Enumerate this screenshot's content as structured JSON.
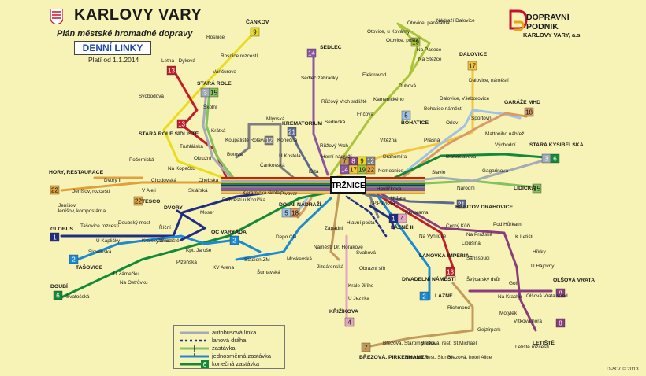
{
  "header": {
    "title": "KARLOVY VARY",
    "subtitle": "Plán městské hromadné dopravy",
    "day_lines": "DENNÍ LINKY",
    "valid_from": "Platí od 1.1.2014"
  },
  "operator": {
    "name_line1": "DOPRAVNÍ",
    "name_line2": "PODNIK",
    "city": "KARLOVY VARY, a.s."
  },
  "copyright": "DPKV © 2013",
  "legend": {
    "bus_line": "autobusová linka",
    "cable_car": "lanová dráha",
    "stop": "zastávka",
    "one_way_stop": "jednosměrná zastávka",
    "terminus": "konečná zastávka",
    "terminus_sample_number": "6"
  },
  "hub": {
    "name": "TRŽNICE"
  },
  "colors": {
    "background": "#f7f3b6",
    "line1": "#1f2d82",
    "line2": "#1a8ad4",
    "line3": "#a3aab8",
    "line4": "#e5a6c4",
    "line5": "#9fc3e6",
    "line6": "#138a3a",
    "line7": "#c49a5a",
    "line8": "#8a3d7c",
    "line9": "#e9dc1c",
    "line12": "#7f7f7f",
    "line13": "#c01f2a",
    "line14": "#8d54a5",
    "line15": "#84c25e",
    "line17": "#f2c63d",
    "line18": "#d99a66",
    "line19": "#a8c53c",
    "line21": "#5b6a8f",
    "line22": "#e0a03b",
    "brand_red": "#c8102e"
  },
  "line_badges": [
    {
      "n": "9",
      "color": "#e9dc1c",
      "fg": "#111"
    },
    {
      "n": "13",
      "color": "#c01f2a",
      "fg": "#fff"
    },
    {
      "n": "3",
      "color": "#a3aab8",
      "fg": "#fff"
    },
    {
      "n": "15",
      "color": "#84c25e",
      "fg": "#111"
    },
    {
      "n": "13",
      "color": "#c01f2a",
      "fg": "#fff"
    },
    {
      "n": "12",
      "color": "#7f7f7f",
      "fg": "#fff"
    },
    {
      "n": "21",
      "color": "#5b6a8f",
      "fg": "#fff"
    },
    {
      "n": "14",
      "color": "#8d54a5",
      "fg": "#fff"
    },
    {
      "n": "7",
      "color": "#c49a5a",
      "fg": "#111"
    },
    {
      "n": "8",
      "color": "#8a3d7c",
      "fg": "#fff"
    },
    {
      "n": "9",
      "color": "#e9dc1c",
      "fg": "#111"
    },
    {
      "n": "12",
      "color": "#7f7f7f",
      "fg": "#fff"
    },
    {
      "n": "14",
      "color": "#8d54a5",
      "fg": "#fff"
    },
    {
      "n": "17",
      "color": "#f2c63d",
      "fg": "#111"
    },
    {
      "n": "19",
      "color": "#a8c53c",
      "fg": "#111"
    },
    {
      "n": "22",
      "color": "#e0a03b",
      "fg": "#111"
    },
    {
      "n": "19",
      "color": "#a8c53c",
      "fg": "#111"
    },
    {
      "n": "17",
      "color": "#f2c63d",
      "fg": "#111"
    },
    {
      "n": "5",
      "color": "#9fc3e6",
      "fg": "#111"
    },
    {
      "n": "18",
      "color": "#d99a66",
      "fg": "#111"
    },
    {
      "n": "3",
      "color": "#a3aab8",
      "fg": "#fff"
    },
    {
      "n": "6",
      "color": "#138a3a",
      "fg": "#fff"
    },
    {
      "n": "15",
      "color": "#84c25e",
      "fg": "#111"
    },
    {
      "n": "22",
      "color": "#e0a03b",
      "fg": "#111"
    },
    {
      "n": "22",
      "color": "#e0a03b",
      "fg": "#111"
    },
    {
      "n": "1",
      "color": "#1f2d82",
      "fg": "#fff"
    },
    {
      "n": "2",
      "color": "#1a8ad4",
      "fg": "#fff"
    },
    {
      "n": "2",
      "color": "#1a8ad4",
      "fg": "#fff"
    },
    {
      "n": "5",
      "color": "#9fc3e6",
      "fg": "#111"
    },
    {
      "n": "18",
      "color": "#d99a66",
      "fg": "#111"
    },
    {
      "n": "1",
      "color": "#1f2d82",
      "fg": "#fff"
    },
    {
      "n": "4",
      "color": "#e5a6c4",
      "fg": "#111"
    },
    {
      "n": "21",
      "color": "#5b6a8f",
      "fg": "#fff"
    },
    {
      "n": "13",
      "color": "#c01f2a",
      "fg": "#fff"
    },
    {
      "n": "2",
      "color": "#1a8ad4",
      "fg": "#fff"
    },
    {
      "n": "4",
      "color": "#e5a6c4",
      "fg": "#111"
    },
    {
      "n": "6",
      "color": "#138a3a",
      "fg": "#fff"
    },
    {
      "n": "7",
      "color": "#c49a5a",
      "fg": "#111"
    },
    {
      "n": "8",
      "color": "#8a3d7c",
      "fg": "#fff"
    },
    {
      "n": "8",
      "color": "#8a3d7c",
      "fg": "#fff"
    }
  ],
  "stops": [
    "ČANKOV",
    "Rosnice",
    "Rosnice rozcestí",
    "Letná - Dyková",
    "Vančurova",
    "STARÁ ROLE",
    "Školní",
    "Svobodova",
    "STARÁ ROLE SÍDLIŠTĚ",
    "Krátká",
    "Truhlářská",
    "Počernická",
    "Okružní",
    "Na Kopečku",
    "Mlýnská",
    "Koupaliště Rolava",
    "Botova",
    "Čankovská",
    "KREMATORIUM",
    "Konečná",
    "U Kostela",
    "SEDLEC",
    "Sedlec zahrádky",
    "Růžový Vrch sídliště",
    "Sedlecká",
    "Růžový Vrch",
    "Elektrovod",
    "Kamenického",
    "Dubová",
    "Fričova",
    "Otovice, u Kovárny",
    "Otovice, panelárna",
    "Nádraží Dalovice",
    "Otovice, pošta",
    "Na Pasece",
    "Na Stezce",
    "DALOVICE",
    "Dalovice, náměstí",
    "Bohatice náměstí",
    "Dalovice, Všeborovice",
    "BOHATICE",
    "Orlov",
    "Sportovní",
    "GARÁŽE MHD",
    "Mattoniho nábřeží",
    "Vítězná",
    "Prašná",
    "Drahomíra",
    "Blahoslavova",
    "Východní",
    "STARÁ KYSIBELSKÁ",
    "Horní nádraží",
    "Elita",
    "Nemocnice",
    "Slavie",
    "Gagarinova",
    "Národní",
    "LIDICKÁ",
    "HORY, RESTAURACE",
    "Dvory II",
    "Jeníšov, rozcestí",
    "V Aleji",
    "TESCO",
    "Chodovská",
    "Sklářská",
    "Chebská",
    "Keramická škola",
    "Rozcestí u Koníčka",
    "Pivovar",
    "DOLNÍ NÁDRAŽÍ",
    "Jeníšov",
    "Jeníšov, kompostárna",
    "DVORY",
    "Moser",
    "GLOBUS",
    "Tašovice rozcestí",
    "Doubský most",
    "Říční",
    "U Kapličky",
    "Krajský úřad",
    "Závodiště",
    "Kpt. Jaroše",
    "OC VARYÁDA",
    "Slovanská",
    "TAŠOVICE",
    "Plzeňská",
    "KV Arena",
    "Stadion ZM",
    "Depo ČD",
    "Západní",
    "Šumavská",
    "Moskevská",
    "Jizdárenská",
    "Náměstí Dr. Horákove",
    "U Zámečku",
    "Na Ostrůvku",
    "DOUBÍ",
    "Svatošská",
    "Havlíčkova",
    "U Jara",
    "Panorama",
    "HŘBITOV DRAHOVICE",
    "I.P.Pavlova",
    "Hlavní pošta",
    "LÁZNĚ III",
    "Na Vyhlídce",
    "Černý Kůň",
    "Na Pražské",
    "Libušina",
    "Pod Hůrkami",
    "K Letišti",
    "Hůrky",
    "U Hájovny",
    "Sanssouci",
    "Svahová",
    "Obrazní síň",
    "Krále Jiřího",
    "U Jezírka",
    "KŘIŽÍKOVA",
    "LANOVKA IMPERIAL",
    "DIVADELNÍ NÁMĚSTÍ",
    "LÁZNĚ I",
    "Švýcarský dvůr",
    "Richmond",
    "Golf",
    "Na Krachu",
    "Olšová Vrata střed",
    "OLŠOVÁ VRATA",
    "Motylek",
    "Vítkova hora",
    "Letiště rozcestí",
    "LETIŠTĚ",
    "Gejzírpark",
    "BŘEZOVÁ, PIRKENHAMER",
    "Březová, Staromlýnská",
    "Březová, rest. St.Michael",
    "Březová, rest. Slunce",
    "Březová, hotel Alice"
  ]
}
